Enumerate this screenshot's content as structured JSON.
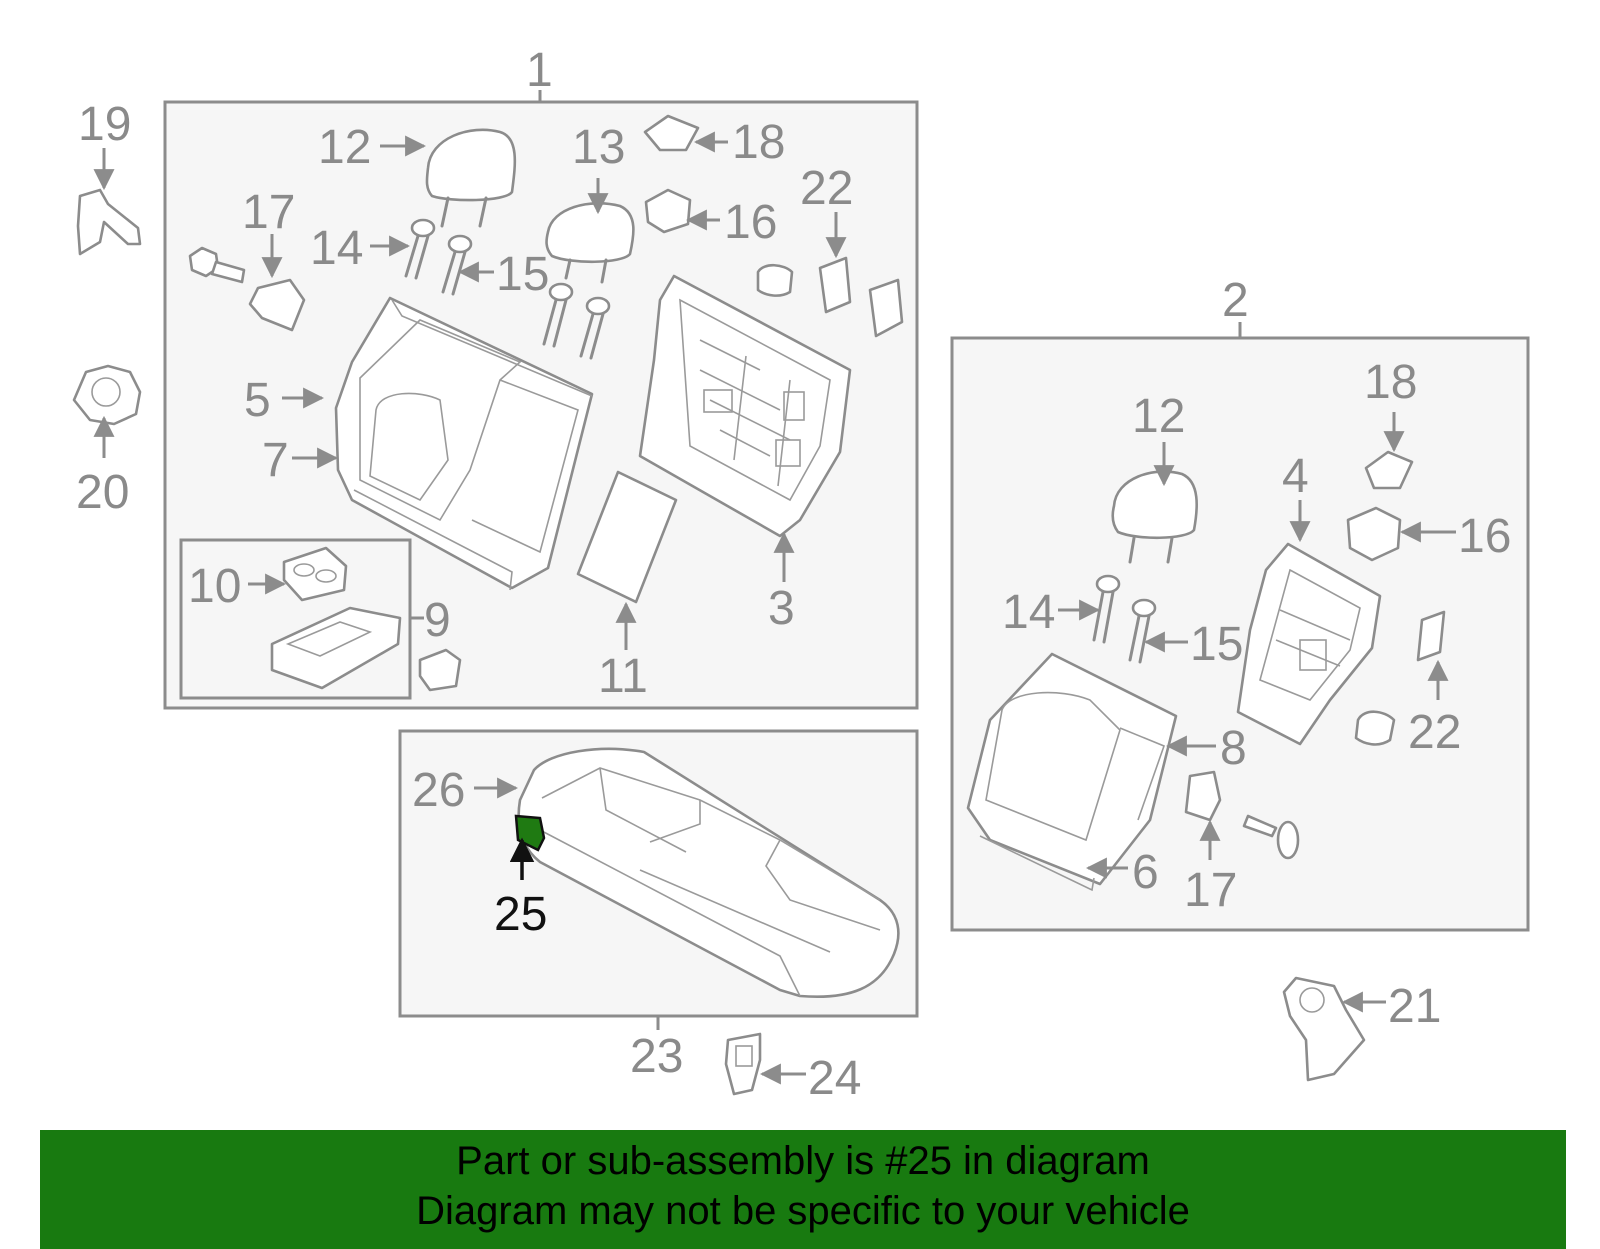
{
  "callouts": {
    "c1": "1",
    "c2": "2",
    "c3": "3",
    "c4": "4",
    "c5": "5",
    "c6": "6",
    "c7": "7",
    "c8": "8",
    "c9": "9",
    "c10": "10",
    "c11": "11",
    "c12a": "12",
    "c12b": "12",
    "c13": "13",
    "c14a": "14",
    "c14b": "14",
    "c15a": "15",
    "c15b": "15",
    "c16a": "16",
    "c16b": "16",
    "c17a": "17",
    "c17b": "17",
    "c18a": "18",
    "c18b": "18",
    "c19": "19",
    "c20": "20",
    "c21": "21",
    "c22a": "22",
    "c22b": "22",
    "c23": "23",
    "c24": "24",
    "c25": "25",
    "c26": "26"
  },
  "highlight": {
    "part_number": "25",
    "color": "#187a10"
  },
  "banner": {
    "line1": "Part or sub-assembly is #25 in diagram",
    "line2": "Diagram may not be specific to your vehicle",
    "background": "#187a10"
  }
}
